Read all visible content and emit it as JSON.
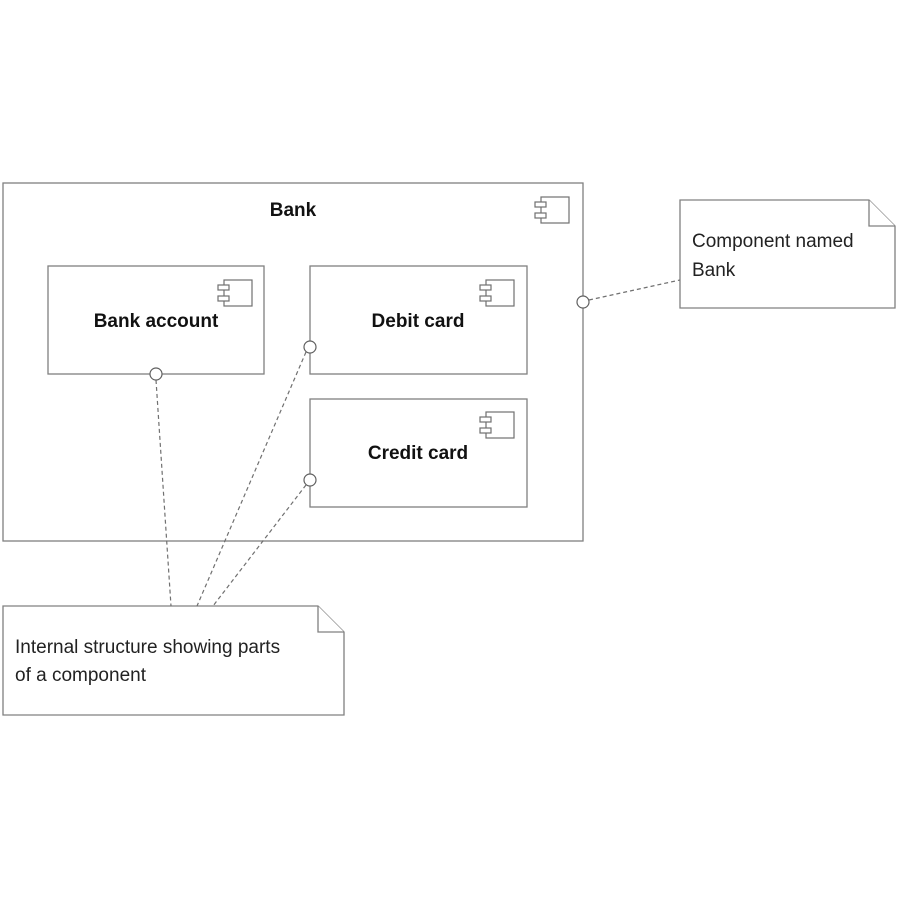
{
  "diagram": {
    "bank": {
      "label": "Bank"
    },
    "parts": {
      "bank_account": {
        "label": "Bank account"
      },
      "debit_card": {
        "label": "Debit card"
      },
      "credit_card": {
        "label": "Credit card"
      }
    },
    "notes": {
      "component_named": {
        "line1": "Component named",
        "line2": "Bank"
      },
      "internal_structure": {
        "line1": "Internal structure showing parts",
        "line2": "of a component"
      }
    }
  },
  "colors": {
    "border": "#808080",
    "text": "#111111",
    "background": "#ffffff"
  }
}
